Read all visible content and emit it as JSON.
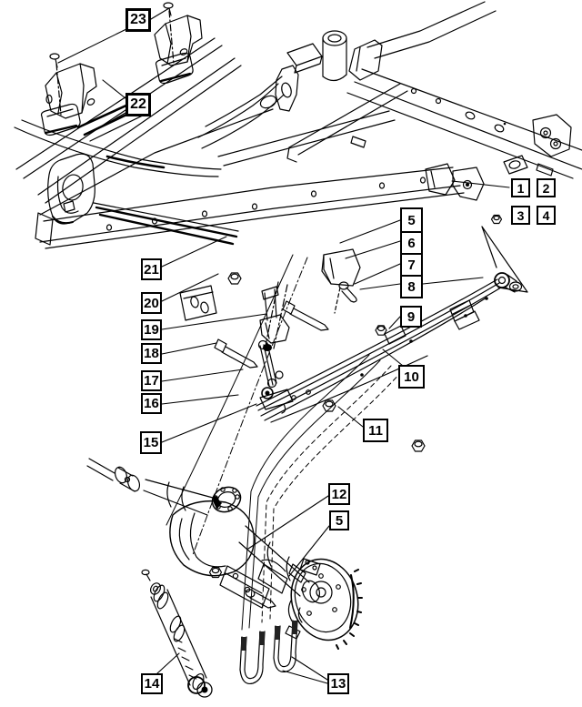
{
  "diagram": {
    "kind": "exploded parts line drawing",
    "subject": "truck frame and rear leaf-spring suspension",
    "colors": {
      "background": "#ffffff",
      "line_art": "#000000",
      "callout_border": "#000000"
    },
    "callouts": {
      "c23": "23",
      "c22": "22",
      "c1": "1",
      "c2": "2",
      "c3": "3",
      "c4": "4",
      "stack": [
        "5",
        "6",
        "7",
        "8"
      ],
      "c9": "9",
      "c10": "10",
      "c11": "11",
      "c21": "21",
      "c20": "20",
      "c19": "19",
      "c18": "18",
      "c17": "17",
      "c16": "16",
      "c15": "15",
      "c12": "12",
      "c5b": "5",
      "c14": "14",
      "c13": "13"
    }
  }
}
